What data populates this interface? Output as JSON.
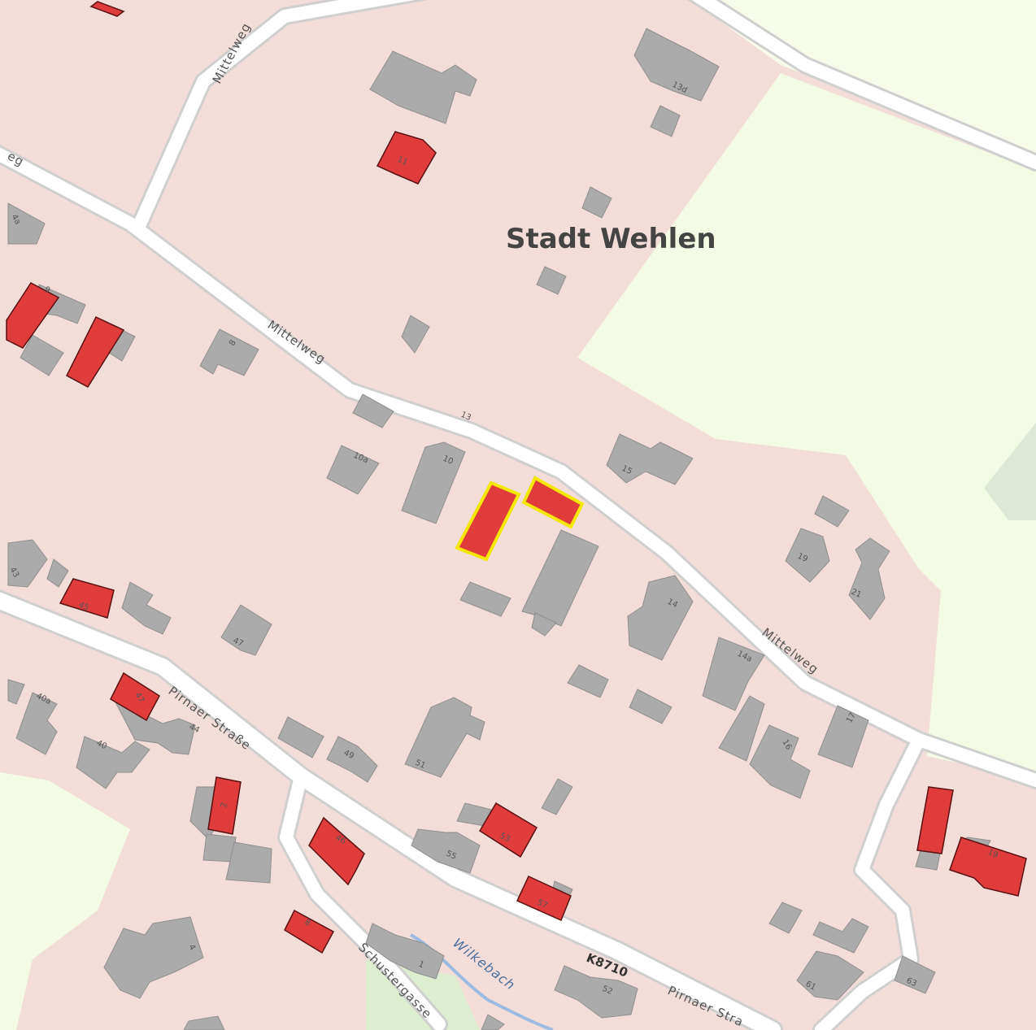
{
  "caption": "",
  "place": {
    "name": "Stadt Wehlen"
  },
  "streets": {
    "mittelweg": "Mittelweg",
    "mittelweg_clipped": "eg",
    "pirnaer": "Pirnaer Straße",
    "pirnaer_clipped": "Pirnaer Stra",
    "schustergasse": "Schustergasse",
    "road_ref": "K8710"
  },
  "water": {
    "name": "Wilkebach"
  },
  "house_numbers": [
    "13d",
    "11",
    "4a",
    "8",
    "9",
    "13",
    "10",
    "10a",
    "15",
    "19",
    "21",
    "14",
    "14a",
    "17",
    "16",
    "43",
    "45",
    "47",
    "47",
    "40a",
    "44",
    "40",
    "49",
    "51",
    "2",
    "46",
    "53",
    "55",
    "57",
    "8",
    "1",
    "4",
    "52",
    "61",
    "63",
    "19"
  ],
  "colors": {
    "residential": "#f2ddd9",
    "meadow": "#f3fbe4",
    "wood": "#dde9d6",
    "building": "#ababab",
    "building_highlight": "#e03c3c",
    "selection_outline": "#f5e800",
    "water": "#9dbbe0"
  }
}
